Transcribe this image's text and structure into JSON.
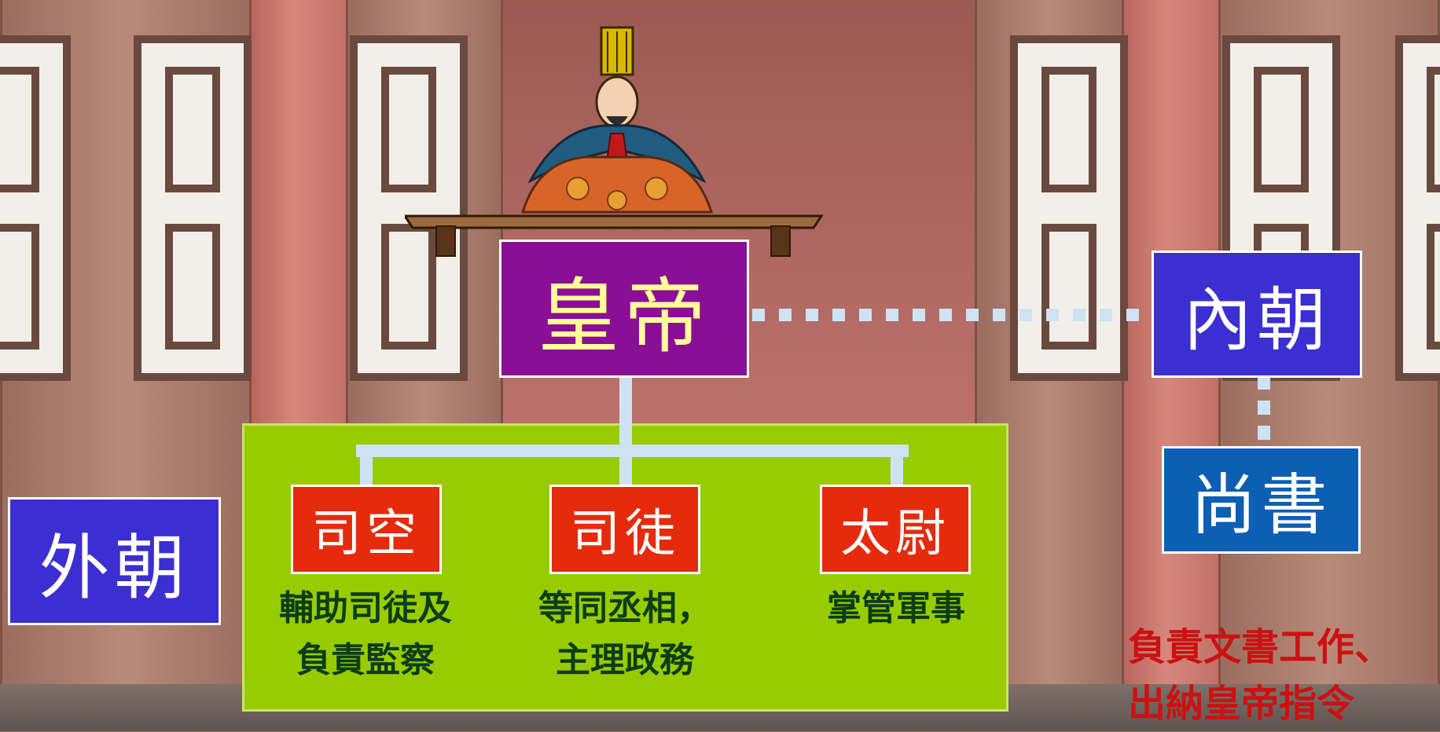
{
  "emperor": {
    "label": "皇帝"
  },
  "inner_court": {
    "label": "內朝"
  },
  "shangshu": {
    "label": "尚書"
  },
  "outer_court": {
    "label": "外朝"
  },
  "offices": [
    {
      "label": "司空",
      "desc": "輔助司徒及\n負責監察"
    },
    {
      "label": "司徒",
      "desc": "等同丞相，\n主理政務"
    },
    {
      "label": "太尉",
      "desc": "掌管軍事"
    }
  ],
  "shangshu_note": "負責文書工作、\n出納皇帝指令",
  "colors": {
    "emperor_box": "#8b0f96",
    "emperor_text": "#ffff99",
    "inner_box": "#3b2fd1",
    "shangshu_box": "#0d5fb3",
    "outer_box": "#3b2fd1",
    "office_box": "#e52b0c",
    "office_area": "#99cc00",
    "connector": "#cde3f3",
    "note_text": "#cc1111"
  },
  "icons": [
    "emperor-figure-icon",
    "palace-window-icon"
  ]
}
